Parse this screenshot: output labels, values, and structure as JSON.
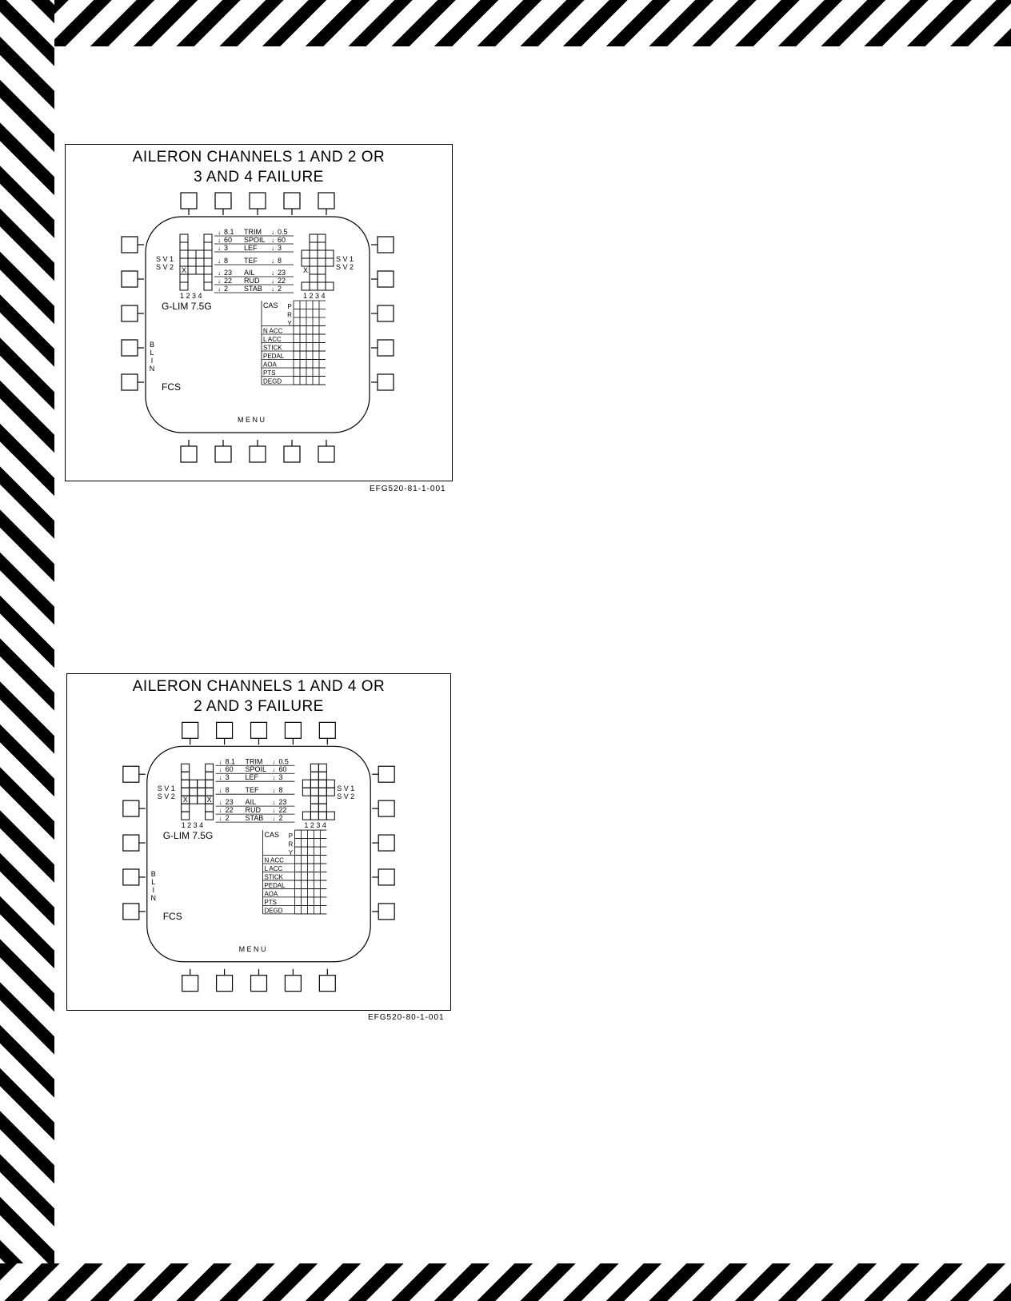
{
  "figures": [
    {
      "title_line1": "AILERON CHANNELS 1 AND 2 OR",
      "title_line2": "3 AND 4 FAILURE",
      "code": "EFG520-81-1-001",
      "left_x_channels": [
        1
      ],
      "right_x_channels": [
        1
      ]
    },
    {
      "title_line1": "AILERON CHANNELS 1 AND 4 OR",
      "title_line2": "2 AND 3 FAILURE",
      "code": "EFG520-80-1-001",
      "left_x_channels": [
        1,
        4
      ],
      "right_x_channels": []
    }
  ],
  "display": {
    "sv1": "S V 1",
    "sv2": "S V 2",
    "channel_numbers": "1 2 3 4",
    "glim": "G-LIM 7.5G",
    "blin": [
      "B",
      "L",
      "I",
      "N"
    ],
    "fcs": "FCS",
    "menu": "M E N U",
    "x_mark": "X",
    "surfaces": [
      {
        "left": "8.1",
        "name": "TRIM",
        "right": "0.5"
      },
      {
        "left": "60",
        "name": "SPOIL",
        "right": "60"
      },
      {
        "left": "3",
        "name": "LEF",
        "right": "3"
      },
      {
        "left": "8",
        "name": "TEF",
        "right": "8"
      },
      {
        "left": "23",
        "name": "AIL",
        "right": "23"
      },
      {
        "left": "22",
        "name": "RUD",
        "right": "22"
      },
      {
        "left": "2",
        "name": "STAB",
        "right": "2"
      }
    ],
    "cas_label": "CAS",
    "cas_axes": [
      "P",
      "R",
      "Y"
    ],
    "sensor_rows": [
      "N ACC",
      "L ACC",
      "STICK",
      "PEDAL",
      "AOA",
      "PTS",
      "DEGD"
    ]
  }
}
